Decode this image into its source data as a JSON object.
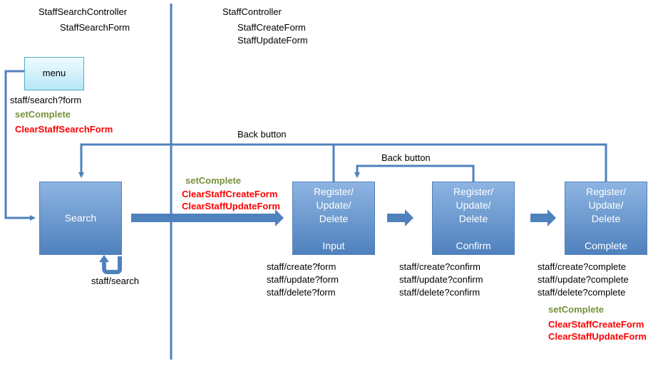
{
  "left": {
    "controller": "StaffSearchController",
    "form": "StaffSearchForm",
    "menu_label": "menu",
    "search_url": "staff/search?form",
    "set_complete": "setComplete",
    "clear_search_form": "ClearStaffSearchForm",
    "search_label": "Search",
    "search_loop_url": "staff/search"
  },
  "right": {
    "controller": "StaffController",
    "forms": [
      "StaffCreateForm",
      "StaffUpdateForm"
    ],
    "back_button_outer": "Back button",
    "back_button_inner": "Back button",
    "transition": {
      "set_complete": "setComplete",
      "clear_create": "ClearStaffCreateForm",
      "clear_update": "ClearStaffUpdateForm"
    },
    "steps": [
      {
        "title_lines": [
          "Register/",
          "Update/",
          "Delete"
        ],
        "sub": "Input",
        "urls": [
          "staff/create?form",
          "staff/update?form",
          "staff/delete?form"
        ]
      },
      {
        "title_lines": [
          "Register/",
          "Update/",
          "Delete"
        ],
        "sub": "Confirm",
        "urls": [
          "staff/create?confirm",
          "staff/update?confirm",
          "staff/delete?confirm"
        ]
      },
      {
        "title_lines": [
          "Register/",
          "Update/",
          "Delete"
        ],
        "sub": "Complete",
        "urls": [
          "staff/create?complete",
          "staff/update?complete",
          "staff/delete?complete"
        ]
      }
    ],
    "complete_notes": {
      "set_complete": "setComplete",
      "clear_create": "ClearStaffCreateForm",
      "clear_update": "ClearStaffUpdateForm"
    }
  },
  "colors": {
    "box": "#4f81bd",
    "line": "#4f81bd",
    "green": "#76923c",
    "red": "#ff0000"
  }
}
